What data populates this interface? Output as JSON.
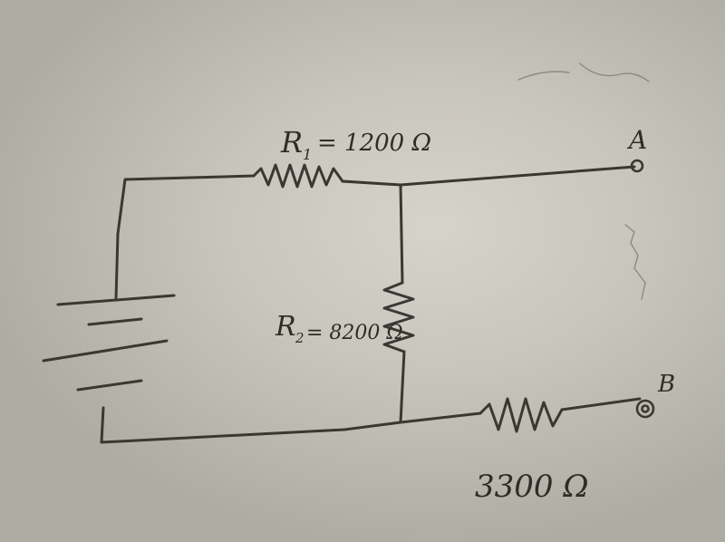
{
  "circuit": {
    "r1_label": "R",
    "r1_sub": "1",
    "r1_value": "= 1200 Ω",
    "r2_label": "R",
    "r2_sub": "2",
    "r2_value": "= 8200 Ω",
    "r3_value": "3300 Ω",
    "terminal_a": "A",
    "terminal_b": "B"
  }
}
